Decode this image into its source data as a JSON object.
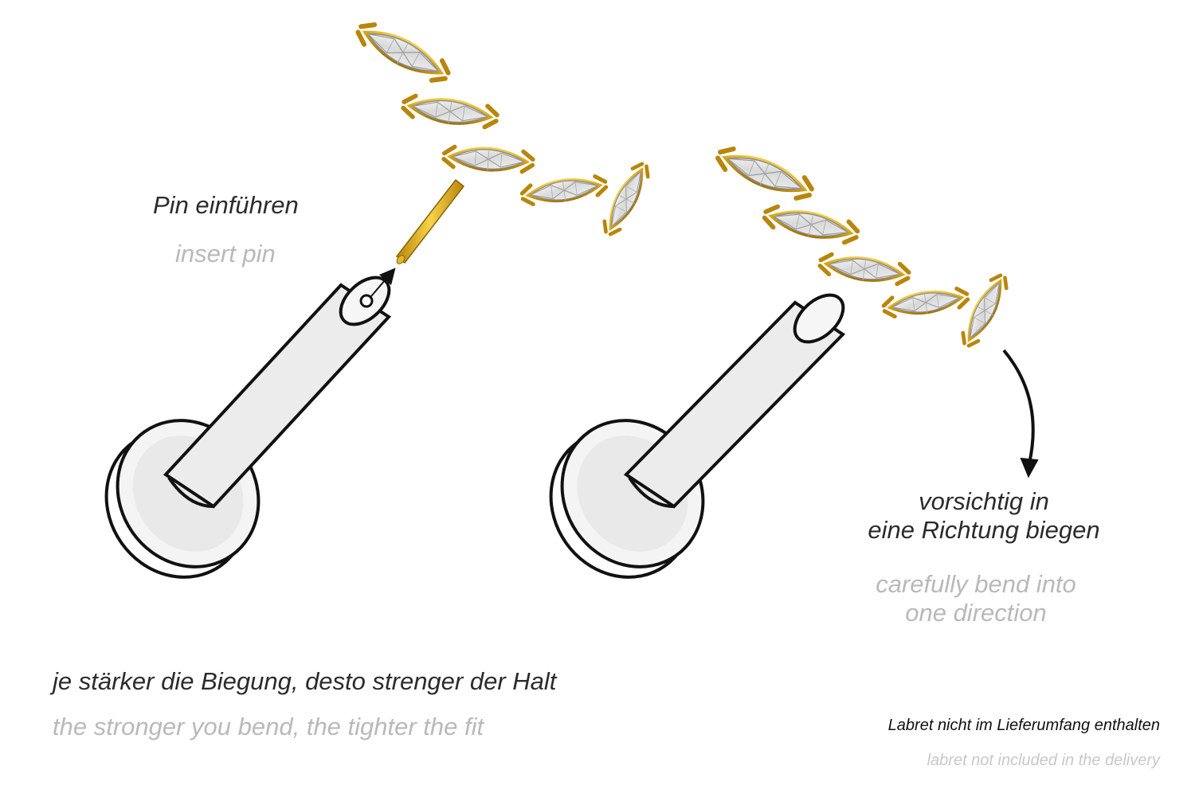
{
  "step1": {
    "de": "Pin einführen",
    "en": "insert pin"
  },
  "step2": {
    "de_line1": "vorsichtig in",
    "de_line2": "eine Richtung biegen",
    "en_line1": "carefully bend into",
    "en_line2": "one direction"
  },
  "tip": {
    "de": "je stärker die Biegung, desto strenger der Halt",
    "en": "the stronger you bend, the tighter the fit"
  },
  "note": {
    "de": "Labret nicht im Lieferumfang enthalten",
    "en": "labret not included in the delivery"
  },
  "colors": {
    "gold": "#d9a514",
    "gold_dark": "#a87a05",
    "outline": "#111111",
    "text_de": "#2b2b2b",
    "text_en": "#b9b9b9"
  },
  "icons": [
    "labret-post-illustration",
    "gold-marquise-crystal-top",
    "insert-arrow",
    "bend-arrow"
  ]
}
